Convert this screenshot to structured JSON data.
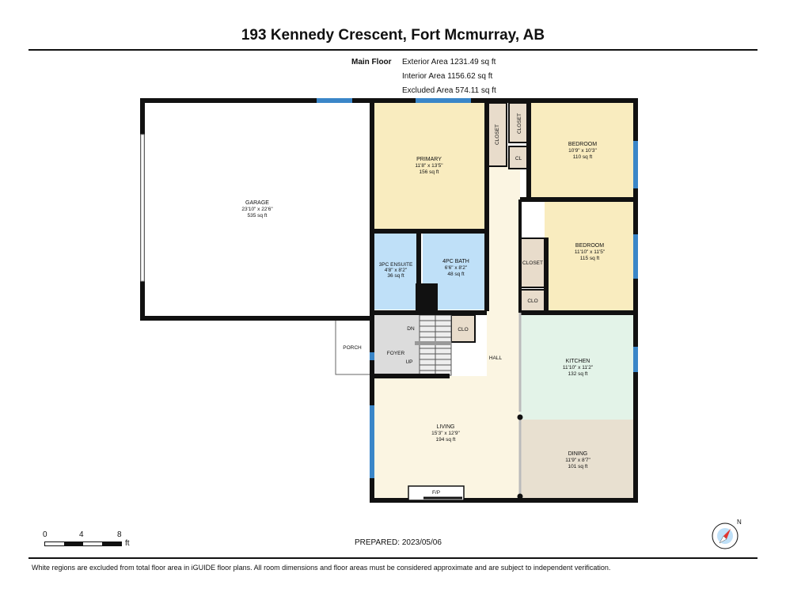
{
  "title": "193 Kennedy Crescent, Fort Mcmurray, AB",
  "floor": {
    "name": "Main Floor",
    "exterior_area": "Exterior Area 1231.49 sq ft",
    "interior_area": "Interior Area 1156.62 sq ft",
    "excluded_area": "Excluded Area 574.11 sq ft"
  },
  "rooms": {
    "garage": {
      "name": "GARAGE",
      "dims": "23'10\" x 22'6\"",
      "area": "535 sq ft"
    },
    "primary": {
      "name": "PRIMARY",
      "dims": "11'8\" x 13'5\"",
      "area": "156 sq ft"
    },
    "bedroom1": {
      "name": "BEDROOM",
      "dims": "10'9\" x 10'3\"",
      "area": "110 sq ft"
    },
    "bedroom2": {
      "name": "BEDROOM",
      "dims": "11'10\" x 11'5\"",
      "area": "115 sq ft"
    },
    "ensuite": {
      "name": "3PC ENSUITE",
      "dims": "4'8\" x 8'2\"",
      "area": "36 sq ft"
    },
    "bath": {
      "name": "4PC BATH",
      "dims": "6'6\" x 8'2\"",
      "area": "48 sq ft"
    },
    "kitchen": {
      "name": "KITCHEN",
      "dims": "11'10\" x 11'2\"",
      "area": "132 sq ft"
    },
    "dining": {
      "name": "DINING",
      "dims": "11'9\" x 8'7\"",
      "area": "101 sq ft"
    },
    "living": {
      "name": "LIVING",
      "dims": "15'3\" x 12'9\"",
      "area": "194 sq ft"
    }
  },
  "labels": {
    "closet": "CLOSET",
    "cl": "CL",
    "clo": "CLO",
    "porch": "PORCH",
    "foyer": "FOYER",
    "dn": "DN",
    "up": "UP",
    "hall": "HALL",
    "fp": "F/P"
  },
  "colors": {
    "primary_fill": "#f9ecbf",
    "bath_fill": "#bfe0f8",
    "kitchen_fill": "#e3f3e8",
    "dining_fill": "#e8e0d0",
    "closet_fill": "#e8dccb",
    "foyer_fill": "#dcdcdc",
    "window": "#3a86c8"
  },
  "scale": {
    "ticks": [
      "0",
      "4",
      "8"
    ],
    "unit": "ft"
  },
  "prepared": "PREPARED: 2023/05/06",
  "compass_label": "N",
  "footer": "White regions are excluded from total floor area in iGUIDE floor plans. All room dimensions and floor areas must be considered approximate and are subject to independent verification."
}
